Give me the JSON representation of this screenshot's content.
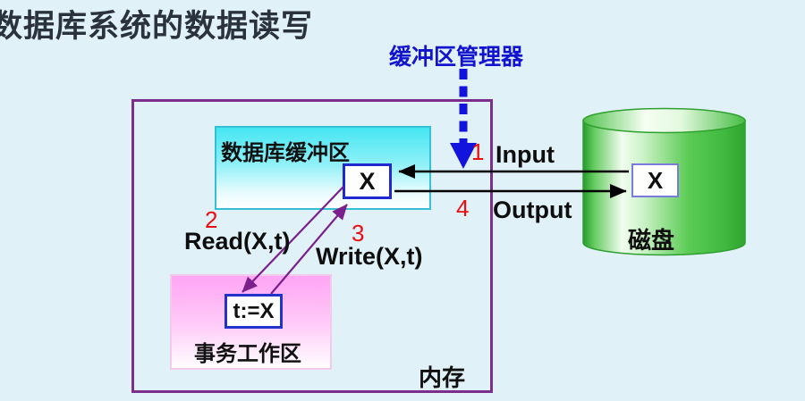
{
  "title": "数据库系统的数据读写",
  "buffer_manager": {
    "label": "缓冲区管理器"
  },
  "memory": {
    "label": "内存",
    "buffer_box": {
      "label": "数据库缓冲区",
      "cell_value": "X"
    },
    "work_area": {
      "label": "事务工作区",
      "cell_value": "t:=X"
    }
  },
  "disk": {
    "label": "磁盘",
    "cell_value": "X"
  },
  "flows": {
    "input": {
      "number": "1",
      "label": "Input"
    },
    "read": {
      "number": "2",
      "label": "Read(X,t)"
    },
    "write": {
      "number": "3",
      "label": "Write(X,t)"
    },
    "output": {
      "number": "4",
      "label": "Output"
    }
  },
  "colors": {
    "background": "#E1F1F8",
    "title_text": "#2A323D",
    "buffer_manager_text": "#1213CE",
    "memory_border": "#7C2E8C",
    "buffer_box_fill": "#45E6F2",
    "work_box_fill": "#FFA5F4",
    "cylinder_green": "#3FB83E",
    "cell_border_blue": "#2228CF",
    "arrow_black": "#000000",
    "arrow_purple": "#7A1F8C",
    "dashed_arrow_blue": "#1213DC",
    "number_red": "#E90F0F"
  }
}
